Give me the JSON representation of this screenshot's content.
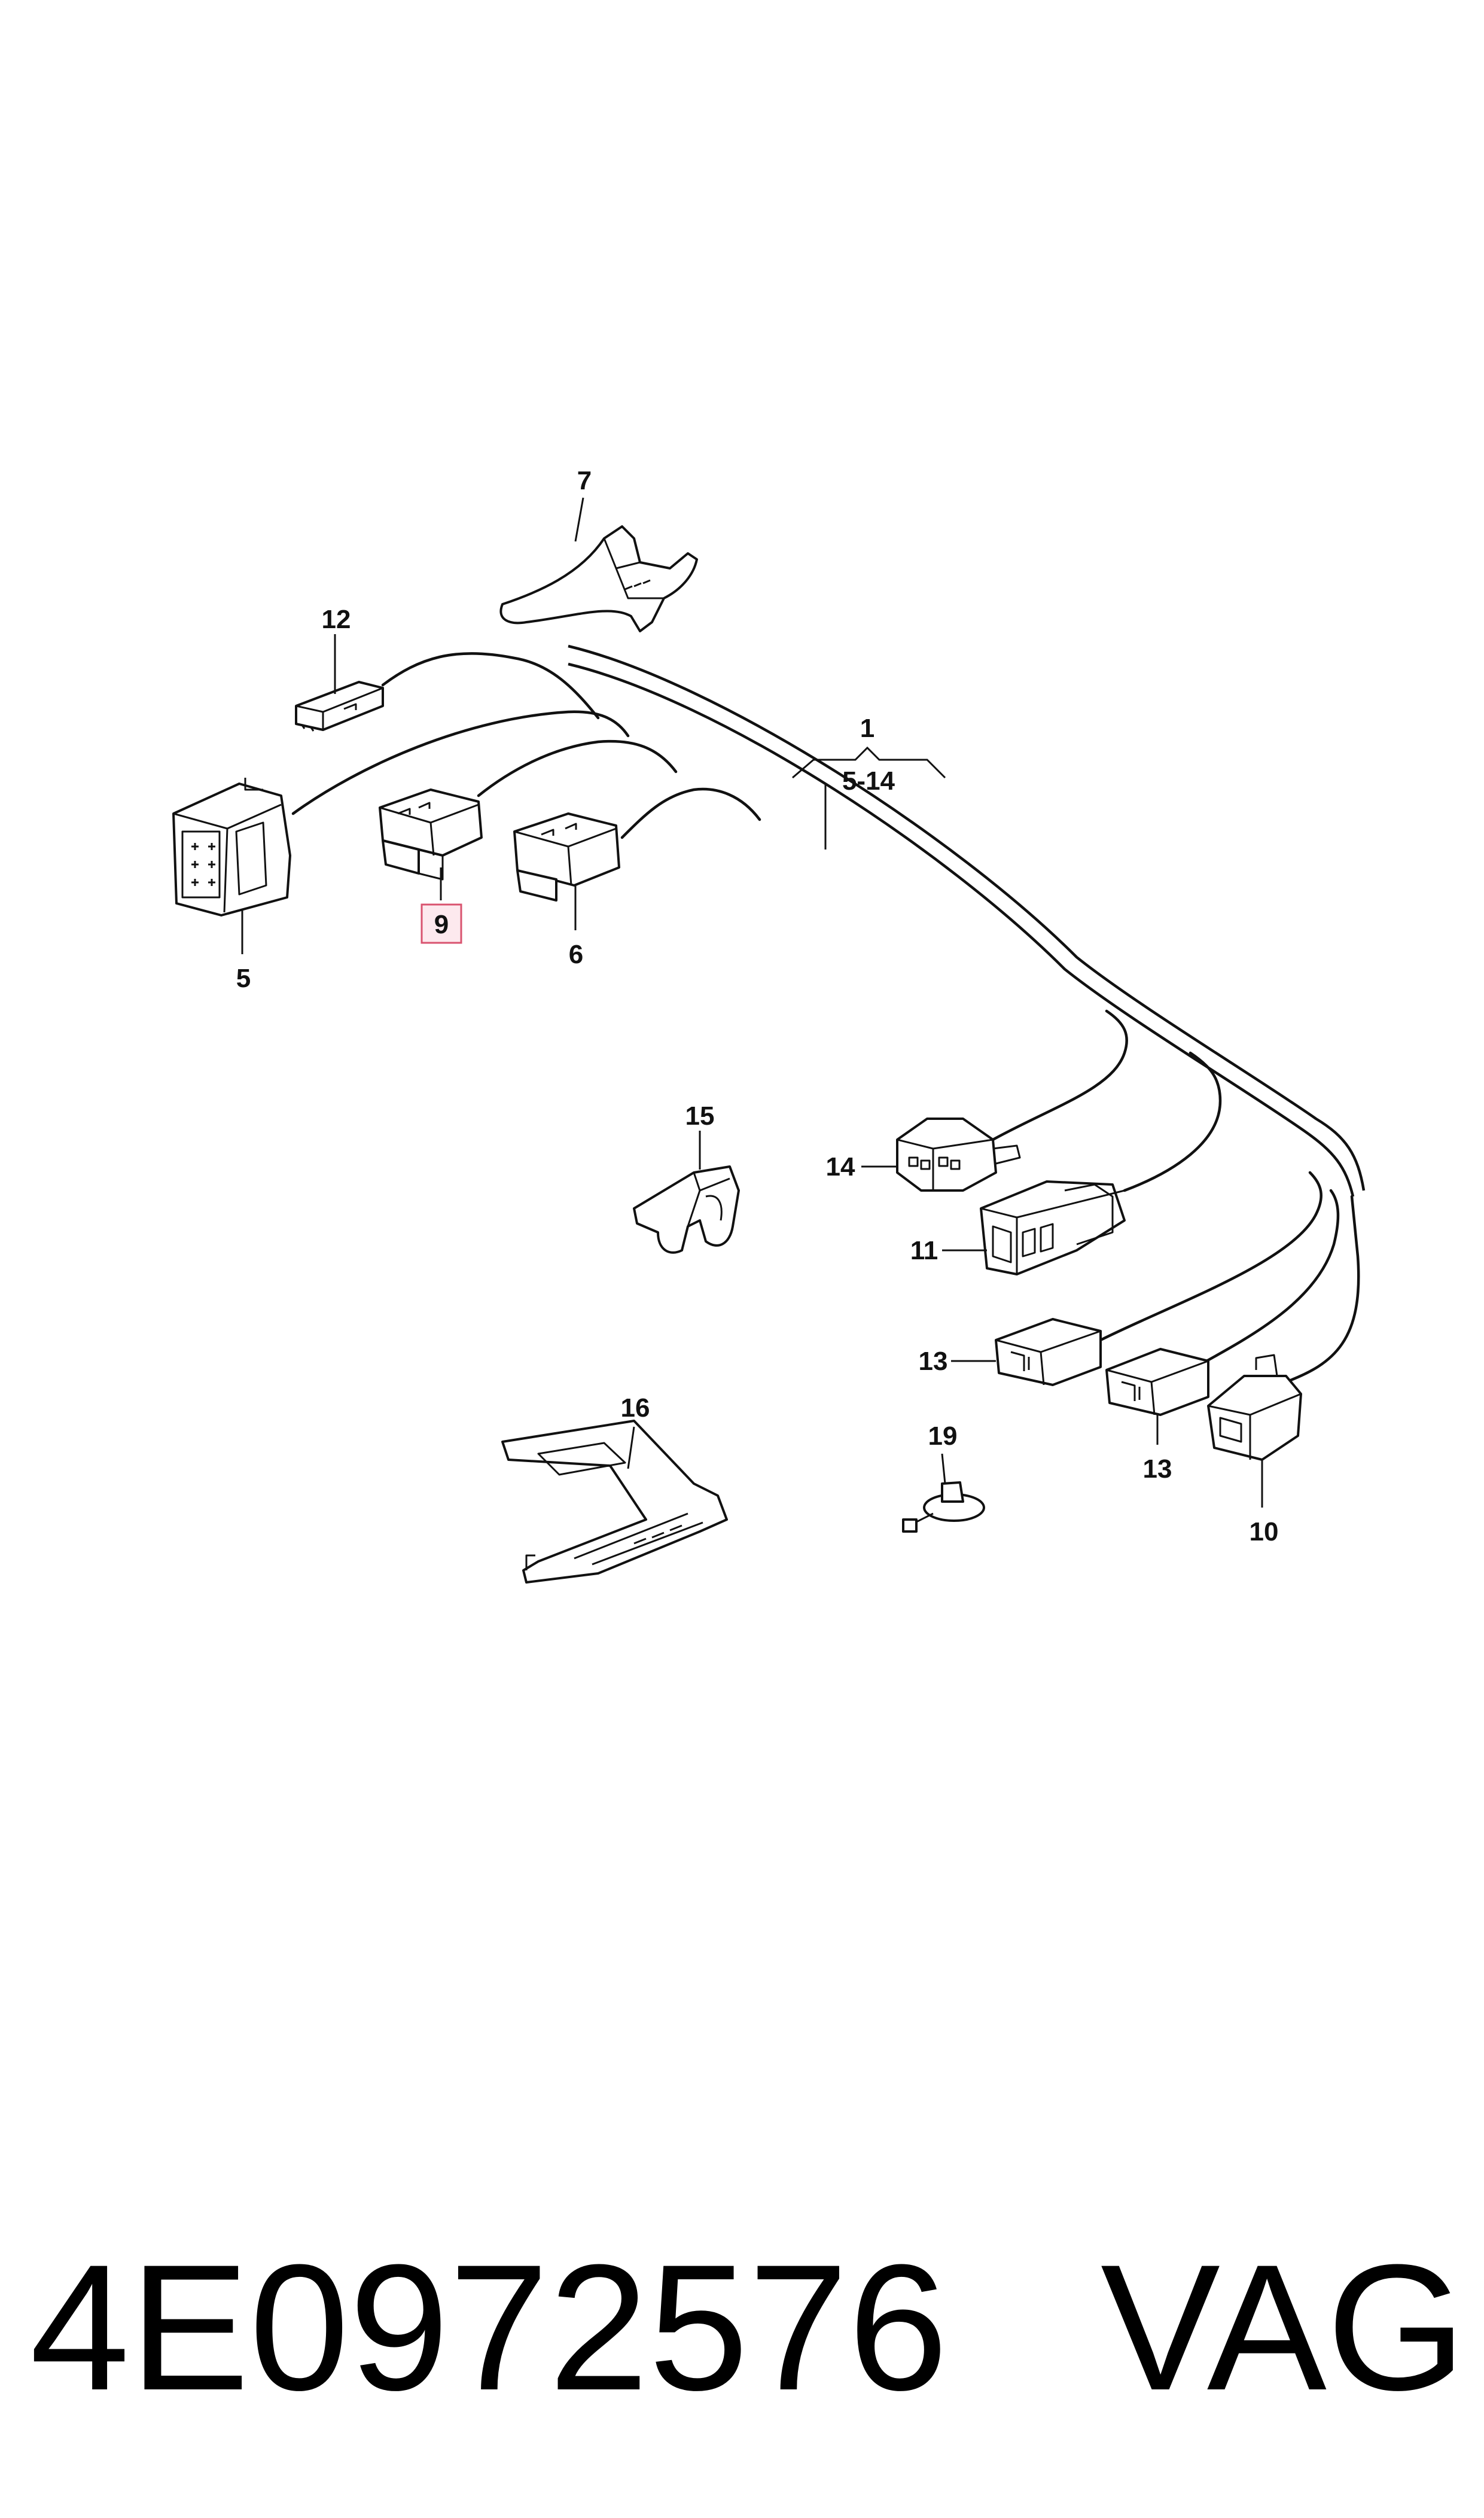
{
  "callouts": {
    "c1": "1",
    "c1_range": "5-14",
    "c5": "5",
    "c6": "6",
    "c7": "7",
    "c9": "9",
    "c10": "10",
    "c11": "11",
    "c12": "12",
    "c13a": "13",
    "c13b": "13",
    "c14": "14",
    "c15": "15",
    "c16": "16",
    "c19": "19"
  },
  "footer": {
    "part_number": "4E0972576",
    "brand": "VAG"
  },
  "colors": {
    "line": "#111111",
    "highlight_fill": "#fde9ee",
    "highlight_stroke": "#d9536f"
  }
}
